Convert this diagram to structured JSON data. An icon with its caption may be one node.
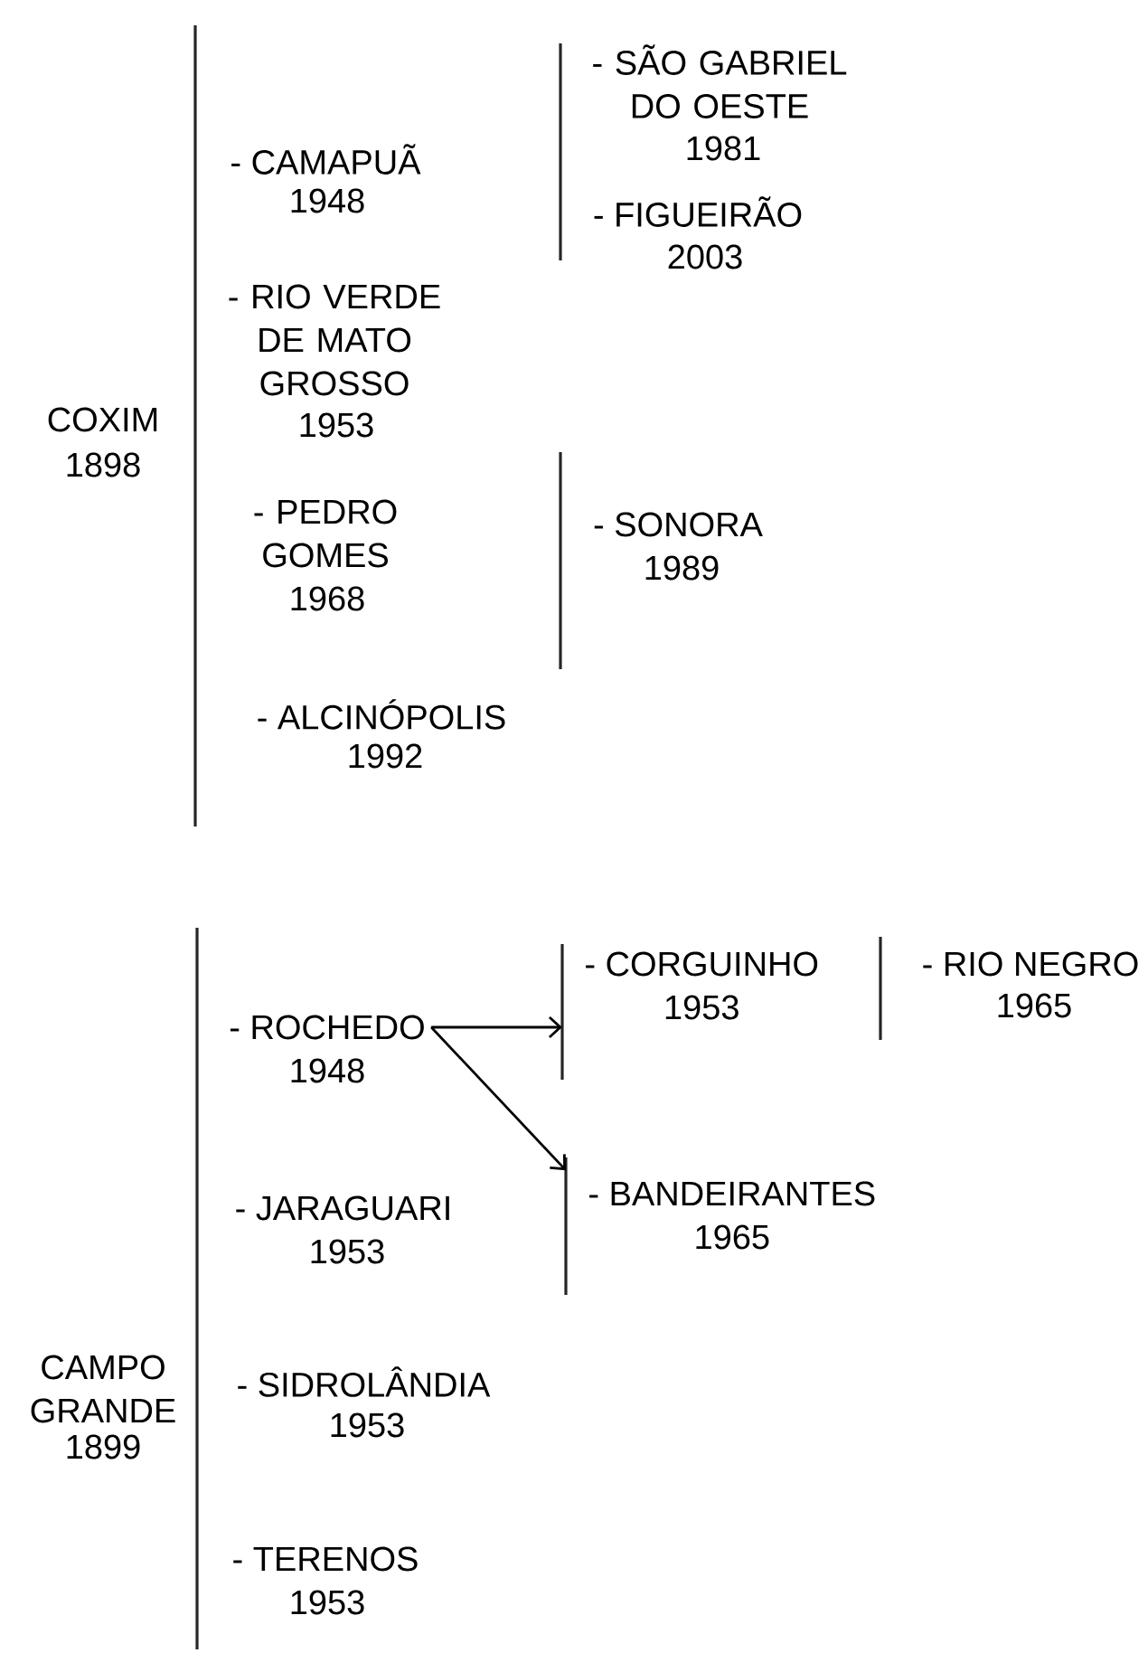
{
  "diagram": {
    "nodes": [
      {
        "text": [
          "- ROCHEDO",
          "1948"
        ]
      },
      {
        "text": [
          "- CORGUINHO",
          "1953"
        ]
      },
      {
        "text": [
          "- BANDEIRANTES",
          "1965"
        ]
      }
    ],
    "edges": [
      {
        "from": 0,
        "to": 1,
        "arrow": "to"
      },
      {
        "from": 0,
        "to": 2,
        "arrow": "to"
      }
    ],
    "labels": [
      "COXIM",
      "1898",
      "- CAMAPUÃ",
      "1948",
      "- SÃO GABRIEL DO OESTE",
      "1981",
      "- FIGUEIRÃO",
      "2003",
      "- RIO VERDE DE MATO GROSSO",
      "1953",
      "- PEDRO GOMES",
      "1968",
      "- SONORA",
      "1989",
      "- ALCINÓPOLIS",
      "1992",
      "CAMPO GRANDE",
      "1899",
      "- RIO NEGRO",
      "1965",
      "- JARAGUARI",
      "1953",
      "- SIDROLÂNDIA",
      "1953",
      "- TERENOS",
      "1953"
    ]
  }
}
